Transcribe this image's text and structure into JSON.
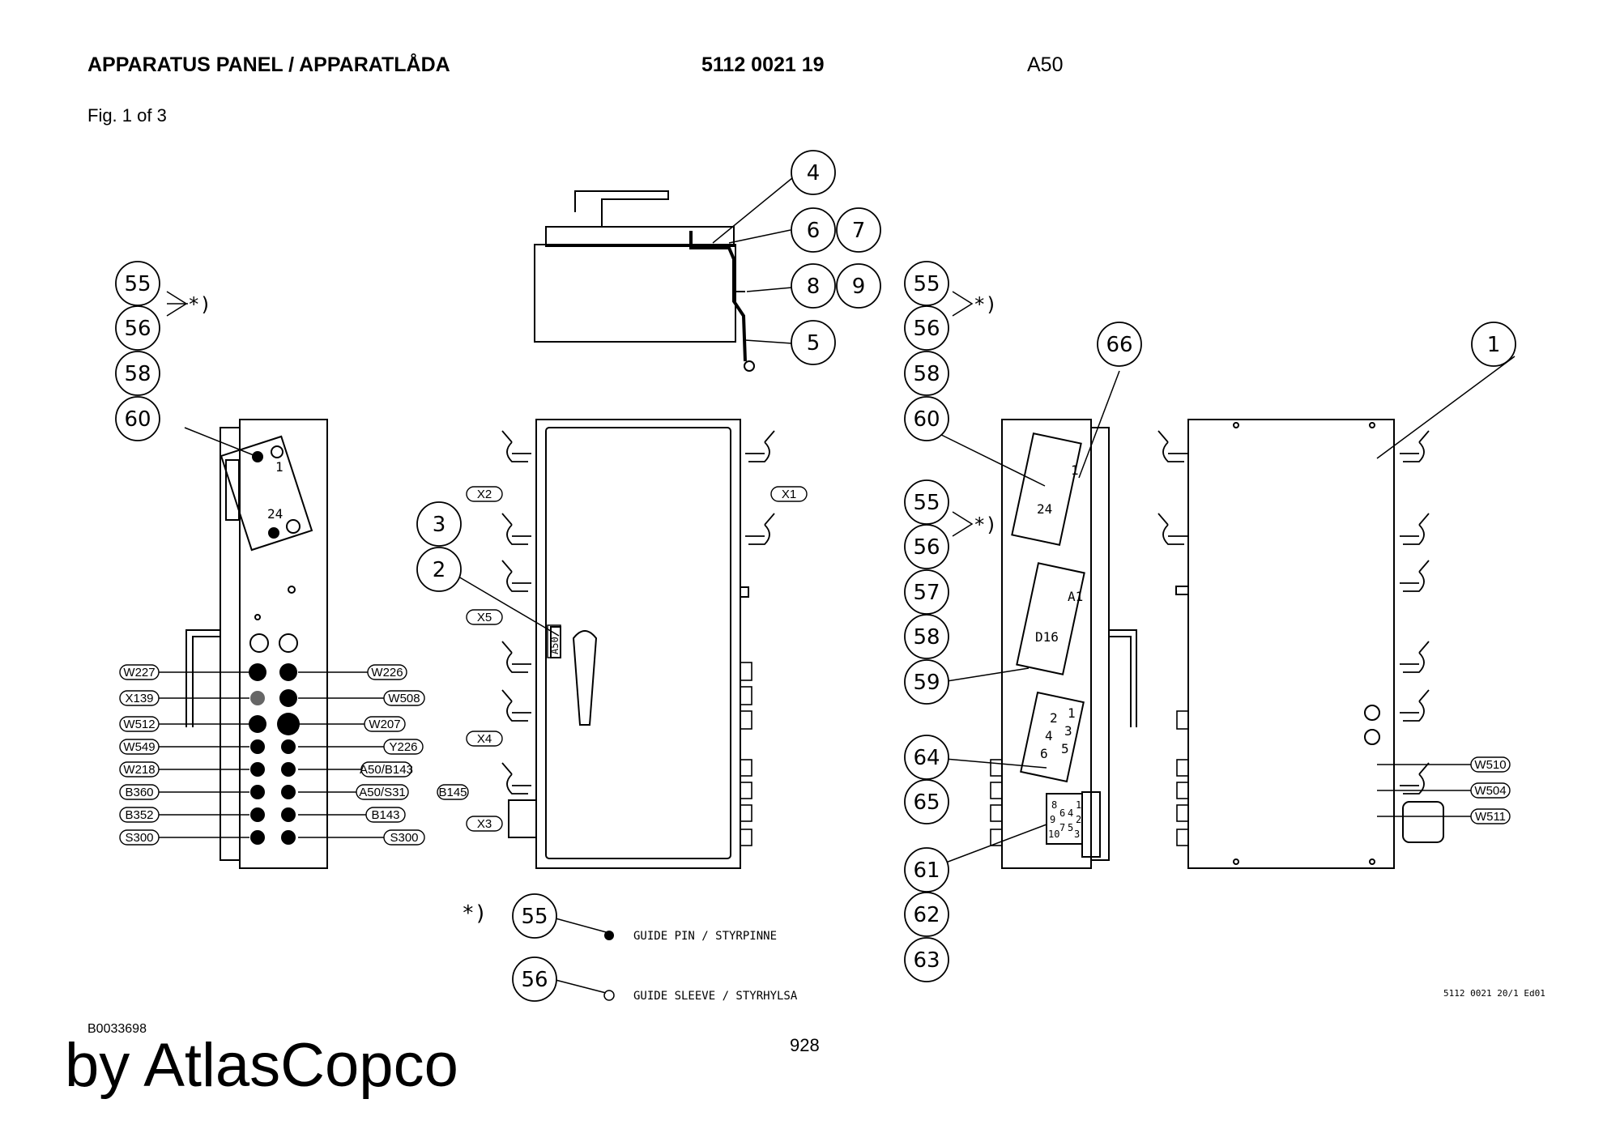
{
  "header": {
    "title": "APPARATUS PANEL / APPARATLÅDA",
    "part_number": "5112 0021 19",
    "designation": "A50",
    "figure": "Fig. 1 of 3"
  },
  "footer": {
    "doc_id": "B0033698",
    "page": "928",
    "brand": "by AtlasCopco",
    "drawing_ref": "5112 0021 20/1 Ed01"
  },
  "legend": {
    "marker": "*)",
    "guide_pin_item": "55",
    "guide_pin": "GUIDE PIN / STYRPINNE",
    "guide_sleeve_item": "56",
    "guide_sleeve": "GUIDE SLEEVE / STYRHYLSA"
  },
  "top_view": {
    "items": [
      "4",
      "6",
      "7",
      "8",
      "9",
      "5"
    ]
  },
  "left_view": {
    "items": [
      "55",
      "56",
      "58",
      "60"
    ],
    "marker": "*)",
    "connector_numbers": [
      "1",
      "24"
    ],
    "cables_left": [
      "W227",
      "X139",
      "W512",
      "W549",
      "W218",
      "B360",
      "B352",
      "S300"
    ],
    "cables_right": [
      "W226",
      "W508",
      "W207",
      "Y226",
      "A50/B143",
      "A50/S31",
      "B145",
      "B143",
      "S300"
    ]
  },
  "front_view": {
    "items": [
      "3",
      "2"
    ],
    "terminals": [
      "X2",
      "X1",
      "X5",
      "X4",
      "X3"
    ],
    "plate": "A50"
  },
  "side_view": {
    "items_a": [
      "55",
      "56",
      "58",
      "60"
    ],
    "items_b": [
      "55",
      "56",
      "57",
      "58",
      "59"
    ],
    "items_c": [
      "64",
      "65",
      "61",
      "62",
      "63"
    ],
    "item_66": "66",
    "marker": "*)",
    "connector_top": [
      "1",
      "24"
    ],
    "connector_mid": [
      "A1",
      "D16"
    ],
    "connector_low": [
      "2",
      "1",
      "4",
      "3",
      "6",
      "5"
    ],
    "connector_round": [
      "8",
      "6",
      "4",
      "1",
      "9",
      "7",
      "5",
      "2",
      "10",
      "3"
    ]
  },
  "back_view": {
    "item": "1",
    "cables": [
      "W510",
      "W504",
      "W511"
    ]
  }
}
